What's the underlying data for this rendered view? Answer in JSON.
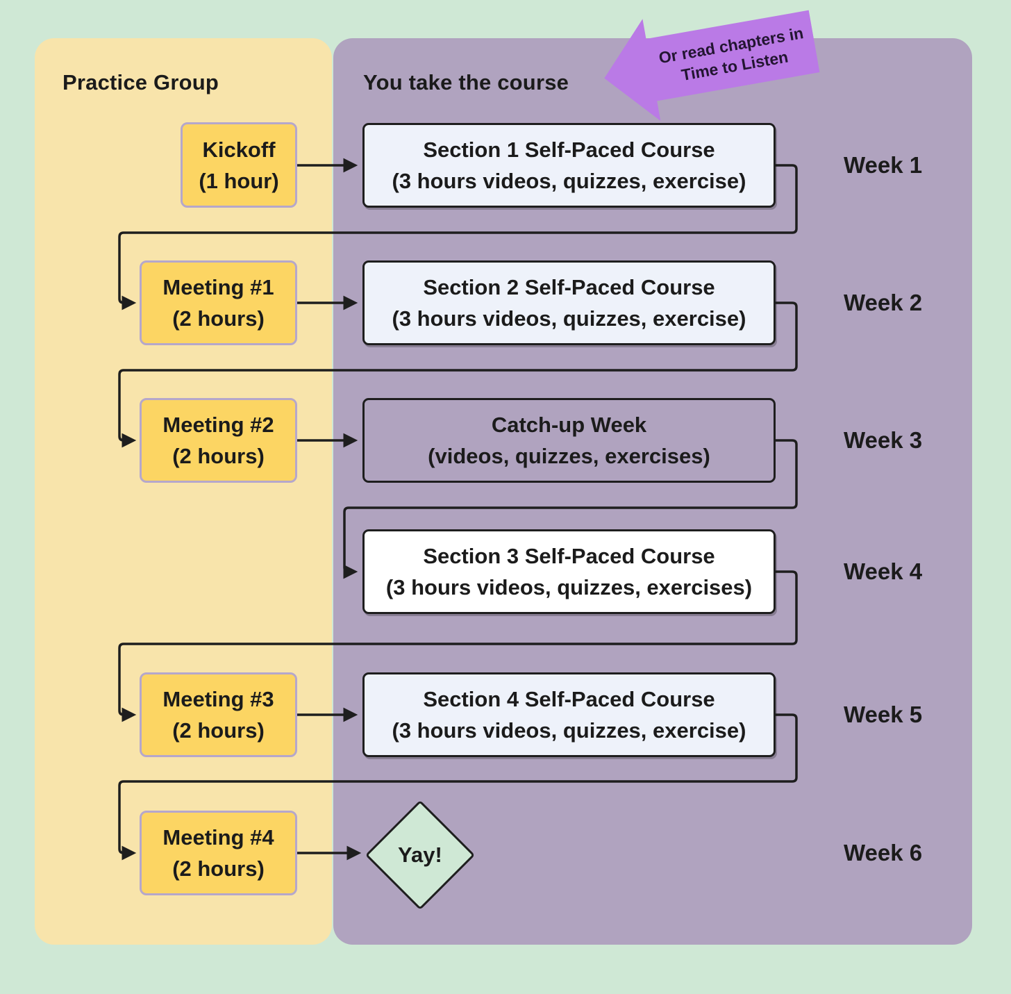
{
  "header": {
    "left": "Practice Group",
    "right": "You take the course"
  },
  "callout": {
    "line1": "Or read chapters in",
    "line2": "Time to Listen"
  },
  "practice": {
    "nodes": [
      {
        "title": "Kickoff",
        "subtitle": "(1 hour)"
      },
      {
        "title": "Meeting #1",
        "subtitle": "(2 hours)"
      },
      {
        "title": "Meeting #2",
        "subtitle": "(2 hours)"
      },
      {
        "title": "Meeting #3",
        "subtitle": "(2 hours)"
      },
      {
        "title": "Meeting #4",
        "subtitle": "(2 hours)"
      }
    ]
  },
  "course": {
    "nodes": [
      {
        "title": "Section 1 Self-Paced Course",
        "subtitle": "(3 hours videos, quizzes, exercise)"
      },
      {
        "title": "Section 2 Self-Paced Course",
        "subtitle": "(3 hours videos, quizzes, exercise)"
      },
      {
        "title": "Catch-up Week",
        "subtitle": "(videos, quizzes, exercises)"
      },
      {
        "title": "Section 3 Self-Paced Course",
        "subtitle": "(3 hours videos, quizzes, exercises)"
      },
      {
        "title": "Section 4 Self-Paced Course",
        "subtitle": "(3 hours videos, quizzes, exercise)"
      }
    ]
  },
  "weeks": [
    {
      "label": "Week 1"
    },
    {
      "label": "Week 2"
    },
    {
      "label": "Week 3"
    },
    {
      "label": "Week 4"
    },
    {
      "label": "Week 5"
    },
    {
      "label": "Week 6"
    }
  ],
  "end_node": {
    "label": "Yay!"
  },
  "colors": {
    "background_green": "#cfe8d5",
    "practice_panel_yellow": "#f8e4ab",
    "course_panel_purple": "#b0a3bf",
    "meeting_box_yellow": "#fcd563",
    "meeting_box_border": "#b5a7cb",
    "section_box_fill": "#eef2fa",
    "section3_box_fill": "#ffffff",
    "connector_line": "#1e1e1e",
    "callout_purple": "#ba7ae6",
    "diamond_green": "#cfe8d5"
  }
}
